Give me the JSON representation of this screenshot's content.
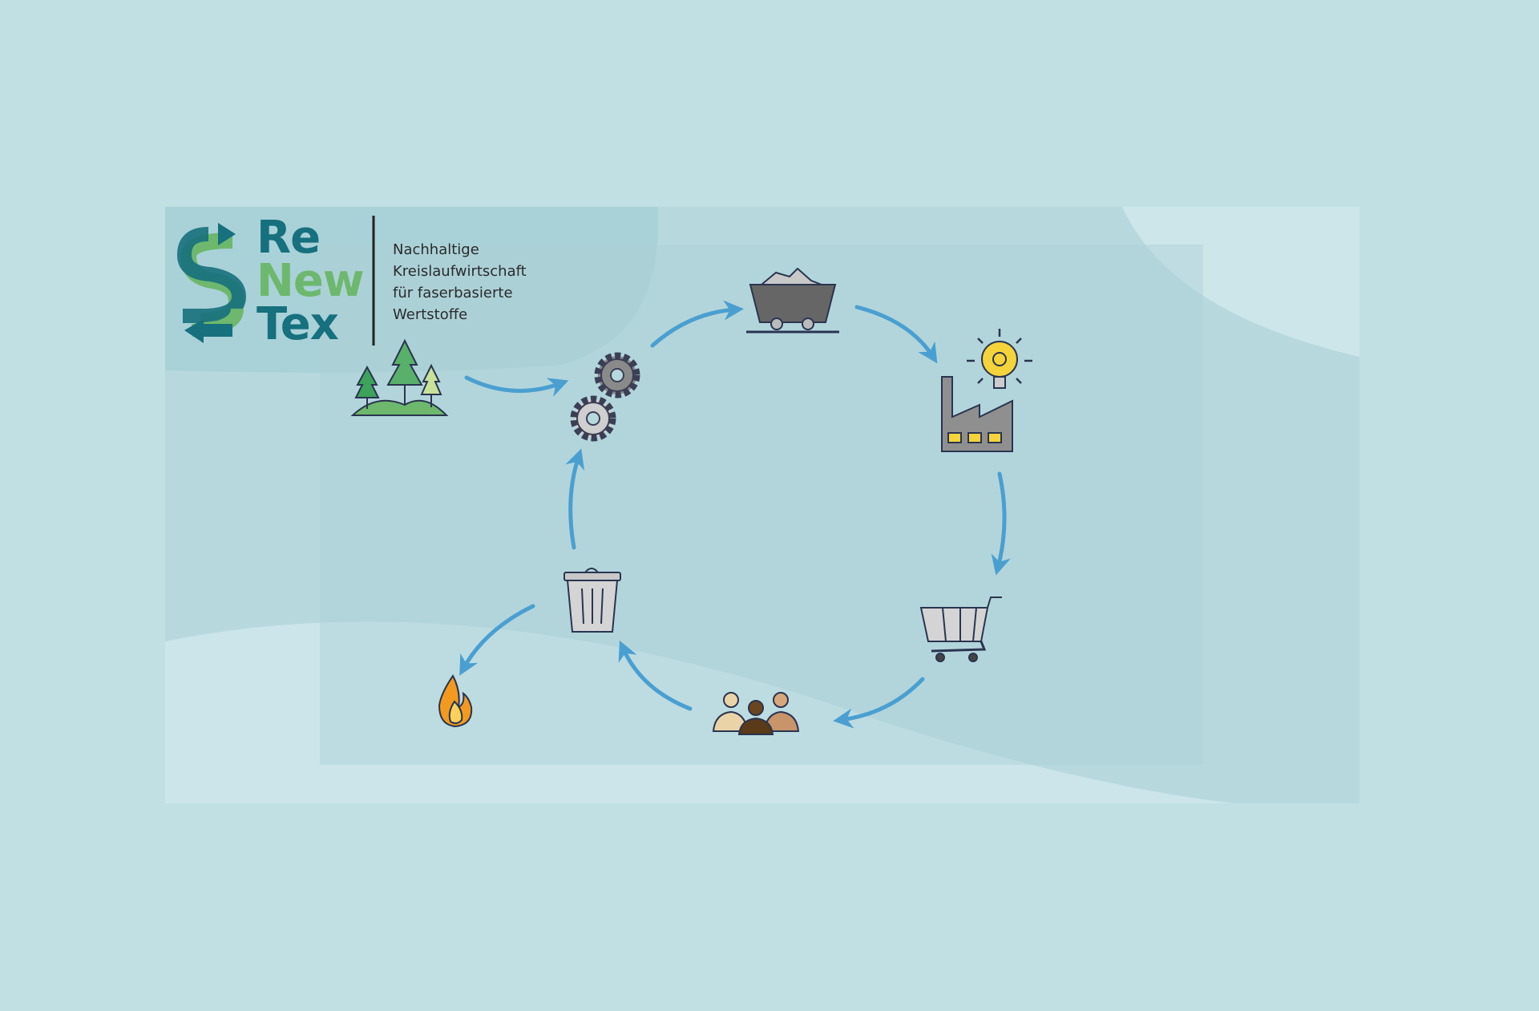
{
  "logo": {
    "words": [
      "Re",
      "New",
      "Tex"
    ],
    "tagline": [
      "Nachhaltige",
      "Kreislaufwirtschaft",
      "für faserbasierte",
      "Wertstoffe"
    ]
  },
  "colors": {
    "background": "#c0e0e3",
    "teal": "#16707d",
    "green": "#6db86d",
    "arrow": "#4a9fd0"
  },
  "cycle": {
    "nodes": [
      "forest-icon",
      "gears-icon",
      "mine-cart-icon",
      "lightbulb-factory-icon",
      "shopping-cart-icon",
      "people-icon",
      "trash-can-icon",
      "fire-icon"
    ]
  }
}
